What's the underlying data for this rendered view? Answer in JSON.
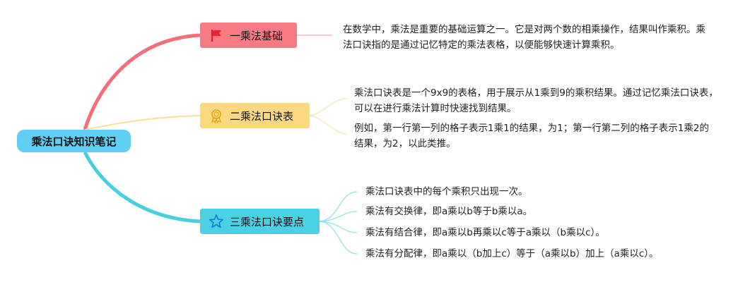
{
  "root": {
    "label": "乘法口诀知识笔记"
  },
  "branches": [
    {
      "label": "一乘法基础",
      "icon": "flag-icon",
      "color": "#f77a85",
      "leaves": [
        "在数学中，乘法是重要的基础运算之一。它是对两个数的相乘操作，结果叫作乘积。乘法口诀指的是通过记忆特定的乘法表格，以便能够快速计算乘积。"
      ]
    },
    {
      "label": "二乘法口诀表",
      "icon": "medal-icon",
      "color": "#fcd97f",
      "leaves": [
        "乘法口诀表是一个9x9的表格，用于展示从1乘到9的乘积结果。通过记忆乘法口诀表，可以在进行乘法计算时快速找到结果。",
        "例如，第一行第一列的格子表示1乘1的结果，为1；第一行第二列的格子表示1乘2的结果，为2，以此类推。"
      ]
    },
    {
      "label": "三乘法口诀要点",
      "icon": "star-icon",
      "color": "#4ad1e4",
      "leaves": [
        "乘法口诀表中的每个乘积只出现一次。",
        "乘法有交换律，即a乘以b等于b乘以a。",
        "乘法有结合律，即a乘以b再乘以c等于a乘以（b乘以c）。",
        "乘法有分配律，即a乘以（b加上c）等于（a乘以b）加上（a乘以c）。"
      ]
    }
  ]
}
